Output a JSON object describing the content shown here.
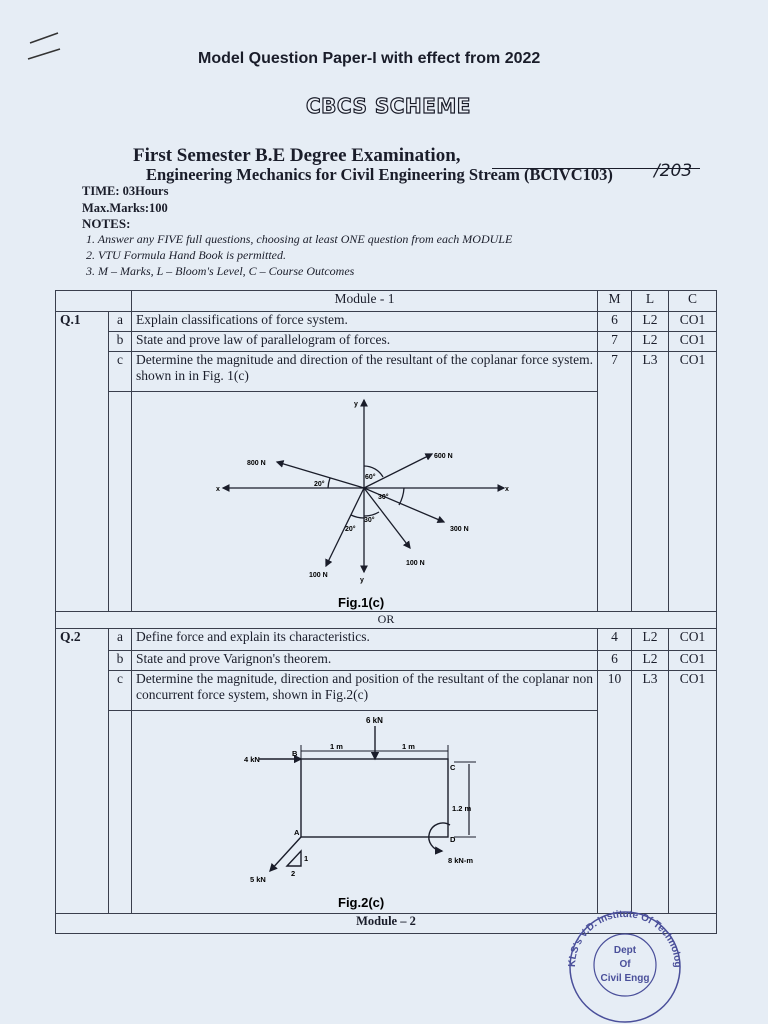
{
  "header": {
    "title": "Model Question Paper-I with effect from 2022",
    "scheme": "CBCS SCHEME",
    "exam": "First Semester B.E Degree Examination,",
    "course": "Engineering Mechanics for Civil Engineering Stream (BCIVC103)",
    "handwritten_code": "/203",
    "time": "TIME: 03Hours",
    "max_marks": "Max.Marks:100",
    "notes_label": "NOTES:",
    "notes": [
      "1. Answer any FIVE full questions, choosing at least ONE question from each MODULE",
      "2. VTU Formula Hand Book is permitted.",
      "3. M – Marks, L – Bloom's Level, C – Course Outcomes"
    ]
  },
  "table": {
    "columns": {
      "m": "M",
      "l": "L",
      "c": "C"
    },
    "module1": "Module - 1",
    "or": "OR",
    "module2": "Module – 2",
    "q1": {
      "label": "Q.1",
      "parts": [
        {
          "id": "a",
          "text": "Explain classifications of force system.",
          "m": "6",
          "l": "L2",
          "c": "CO1"
        },
        {
          "id": "b",
          "text": "State and prove law of parallelogram of forces.",
          "m": "7",
          "l": "L2",
          "c": "CO1"
        },
        {
          "id": "c",
          "text": "Determine the magnitude and direction of the resultant of the coplanar force system. shown in in Fig. 1(c)",
          "m": "7",
          "l": "L3",
          "c": "CO1"
        }
      ],
      "figure_caption": "Fig.1(c)",
      "figure": {
        "axis_x": "x",
        "axis_y": "y",
        "forces": [
          "600 N",
          "800 N",
          "300 N",
          "100 N",
          "100 N"
        ],
        "angles": [
          "60°",
          "20°",
          "30°",
          "30°",
          "20°"
        ]
      }
    },
    "q2": {
      "label": "Q.2",
      "parts": [
        {
          "id": "a",
          "text": "Define force and explain its characteristics.",
          "m": "4",
          "l": "L2",
          "c": "CO1"
        },
        {
          "id": "b",
          "text": "State and prove Varignon's theorem.",
          "m": "6",
          "l": "L2",
          "c": "CO1"
        },
        {
          "id": "c",
          "text": "Determine the magnitude, direction and position of the resultant of the coplanar non concurrent force system, shown in Fig.2(c)",
          "m": "10",
          "l": "L3",
          "c": "CO1"
        }
      ],
      "figure_caption": "Fig.2(c)",
      "figure": {
        "loads": {
          "top": "6 kN",
          "left": "4 kN",
          "inclined": "5 kN",
          "moment": "8 kN-m"
        },
        "points": [
          "A",
          "B",
          "C",
          "D"
        ],
        "dims": [
          "1 m",
          "1 m",
          "1.2 m"
        ],
        "slope": [
          "1",
          "2"
        ]
      }
    }
  },
  "stamp": {
    "ring": "KLS's V.D. Institute Of Technology",
    "center": [
      "Dept",
      "Of",
      "Civil Engg"
    ]
  },
  "colors": {
    "paper": "#e6edf5",
    "ink": "#1a1d2a",
    "stamp": "#4a4f9a"
  }
}
